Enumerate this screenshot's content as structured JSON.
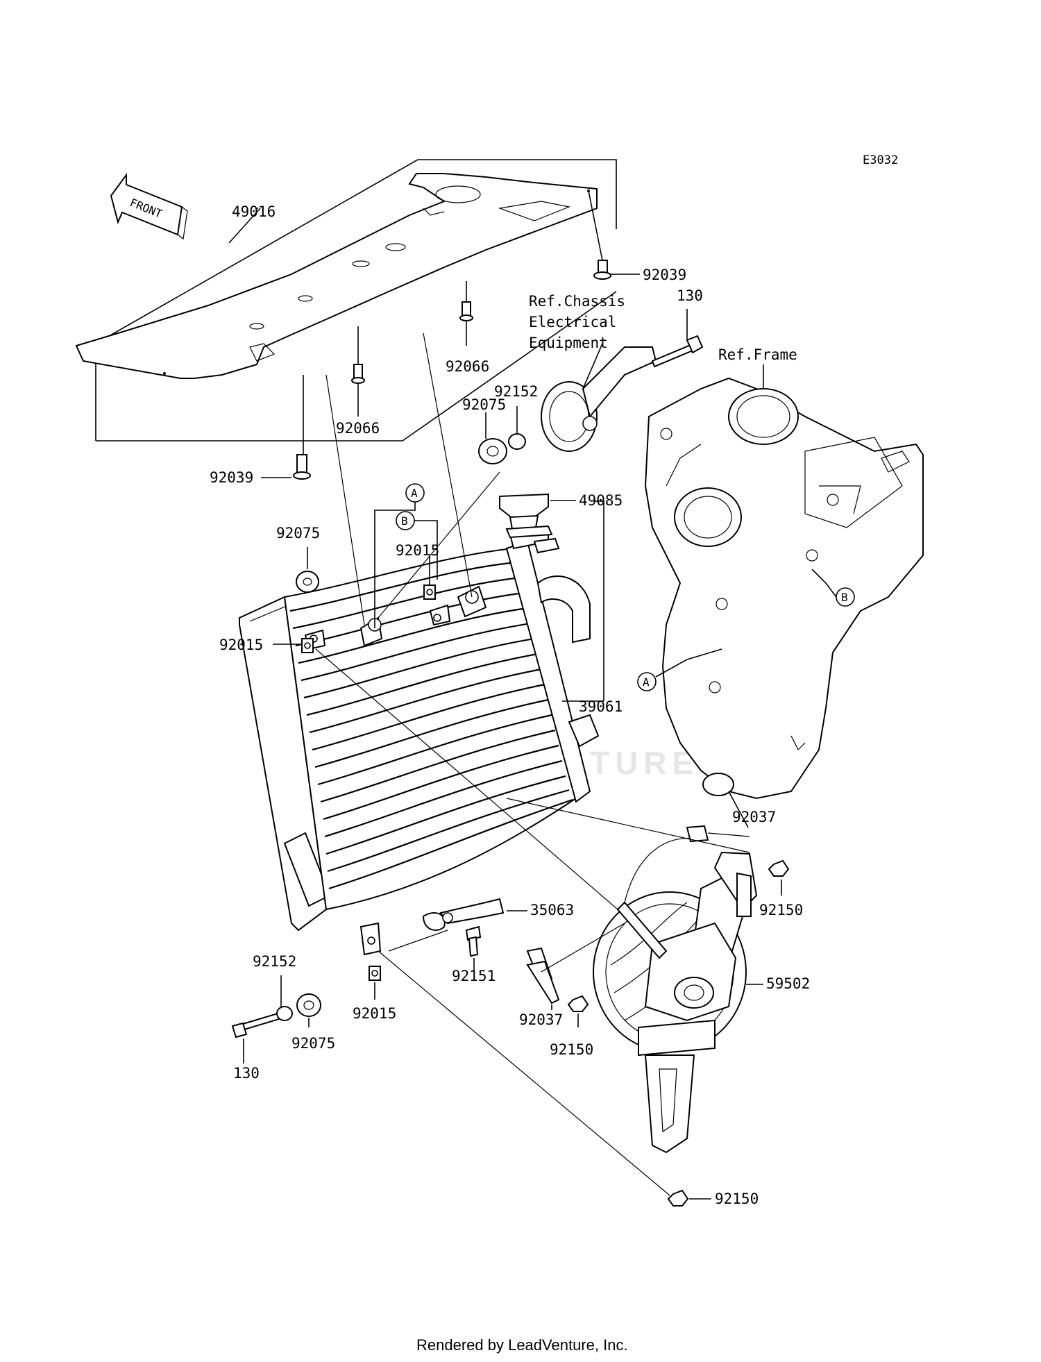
{
  "diagram_code": "E3032",
  "front_label": "FRONT",
  "watermark": "TURE",
  "footer": "Rendered by LeadVenture, Inc.",
  "labels": {
    "p49016": "49016",
    "p92039_top": "92039",
    "p130_top": "130",
    "ref_chassis_1": "Ref.Chassis",
    "ref_chassis_2": "Electrical",
    "ref_chassis_3": "Equipment",
    "ref_frame": "Ref.Frame",
    "p92066_right": "92066",
    "p92152_top": "92152",
    "p92075_top": "92075",
    "p92066_left": "92066",
    "p92039_left": "92039",
    "p49085": "49085",
    "p92075_mid": "92075",
    "p92015_mid": "92015",
    "p92015_left": "92015",
    "p39061": "39061",
    "p92037_right": "92037",
    "p92150_right": "92150",
    "p35063": "35063",
    "p59502": "59502",
    "p92151": "92151",
    "p92152_bot": "92152",
    "p92075_bot": "92075",
    "p92015_bot": "92015",
    "p92037_bot": "92037",
    "p92150_mid": "92150",
    "p130_bot": "130",
    "p92150_bot": "92150"
  },
  "callouts": {
    "a_top": "A",
    "b_top": "B",
    "b_frame": "B",
    "a_frame": "A"
  }
}
